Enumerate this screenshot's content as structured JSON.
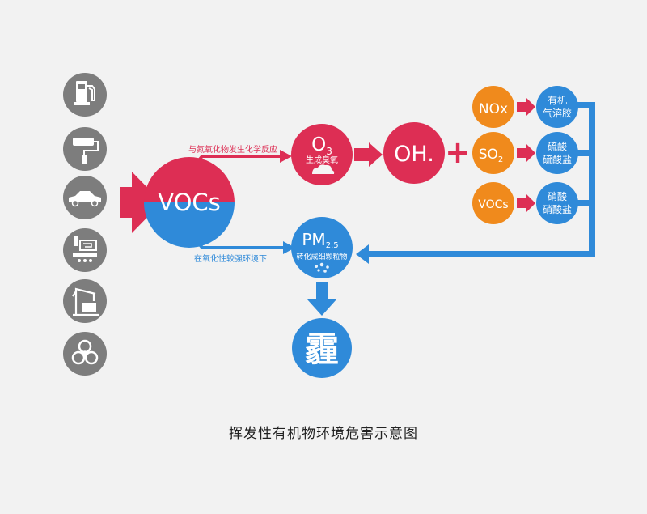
{
  "center": {
    "label": "VOCs"
  },
  "top_path": {
    "label": "与氮氧化物发生化学反应"
  },
  "bottom_path": {
    "label": "在氧化性较强环境下"
  },
  "ozone": {
    "formula": "O",
    "sub": "3",
    "label": "生成臭氧"
  },
  "hydroxyl": {
    "label": "OH."
  },
  "plus": {
    "label": "+"
  },
  "reactants": [
    {
      "label": "NOx",
      "sub": "",
      "product_line1": "有机",
      "product_line2": "气溶胶"
    },
    {
      "label": "SO",
      "sub": "2",
      "product_line1": "硫酸",
      "product_line2": "硫酸盐"
    },
    {
      "label": "VOCs",
      "sub": "",
      "product_line1": "硝酸",
      "product_line2": "硝酸盐"
    }
  ],
  "pm": {
    "formula": "PM",
    "sub": "2.5",
    "label": "转化成细颗粒物"
  },
  "haze": {
    "label": "霾"
  },
  "sources": [
    {
      "icon": "fuel-pump-icon"
    },
    {
      "icon": "paint-roller-icon"
    },
    {
      "icon": "car-icon"
    },
    {
      "icon": "factory-icon"
    },
    {
      "icon": "crane-icon"
    },
    {
      "icon": "biohazard-icon"
    }
  ],
  "colors": {
    "red": "#dd2e54",
    "blue": "#2f8ad9",
    "orange": "#f08a1c",
    "gray": "#7d7d7d",
    "background": "#f2f2f2"
  },
  "caption": "挥发性有机物环境危害示意图"
}
